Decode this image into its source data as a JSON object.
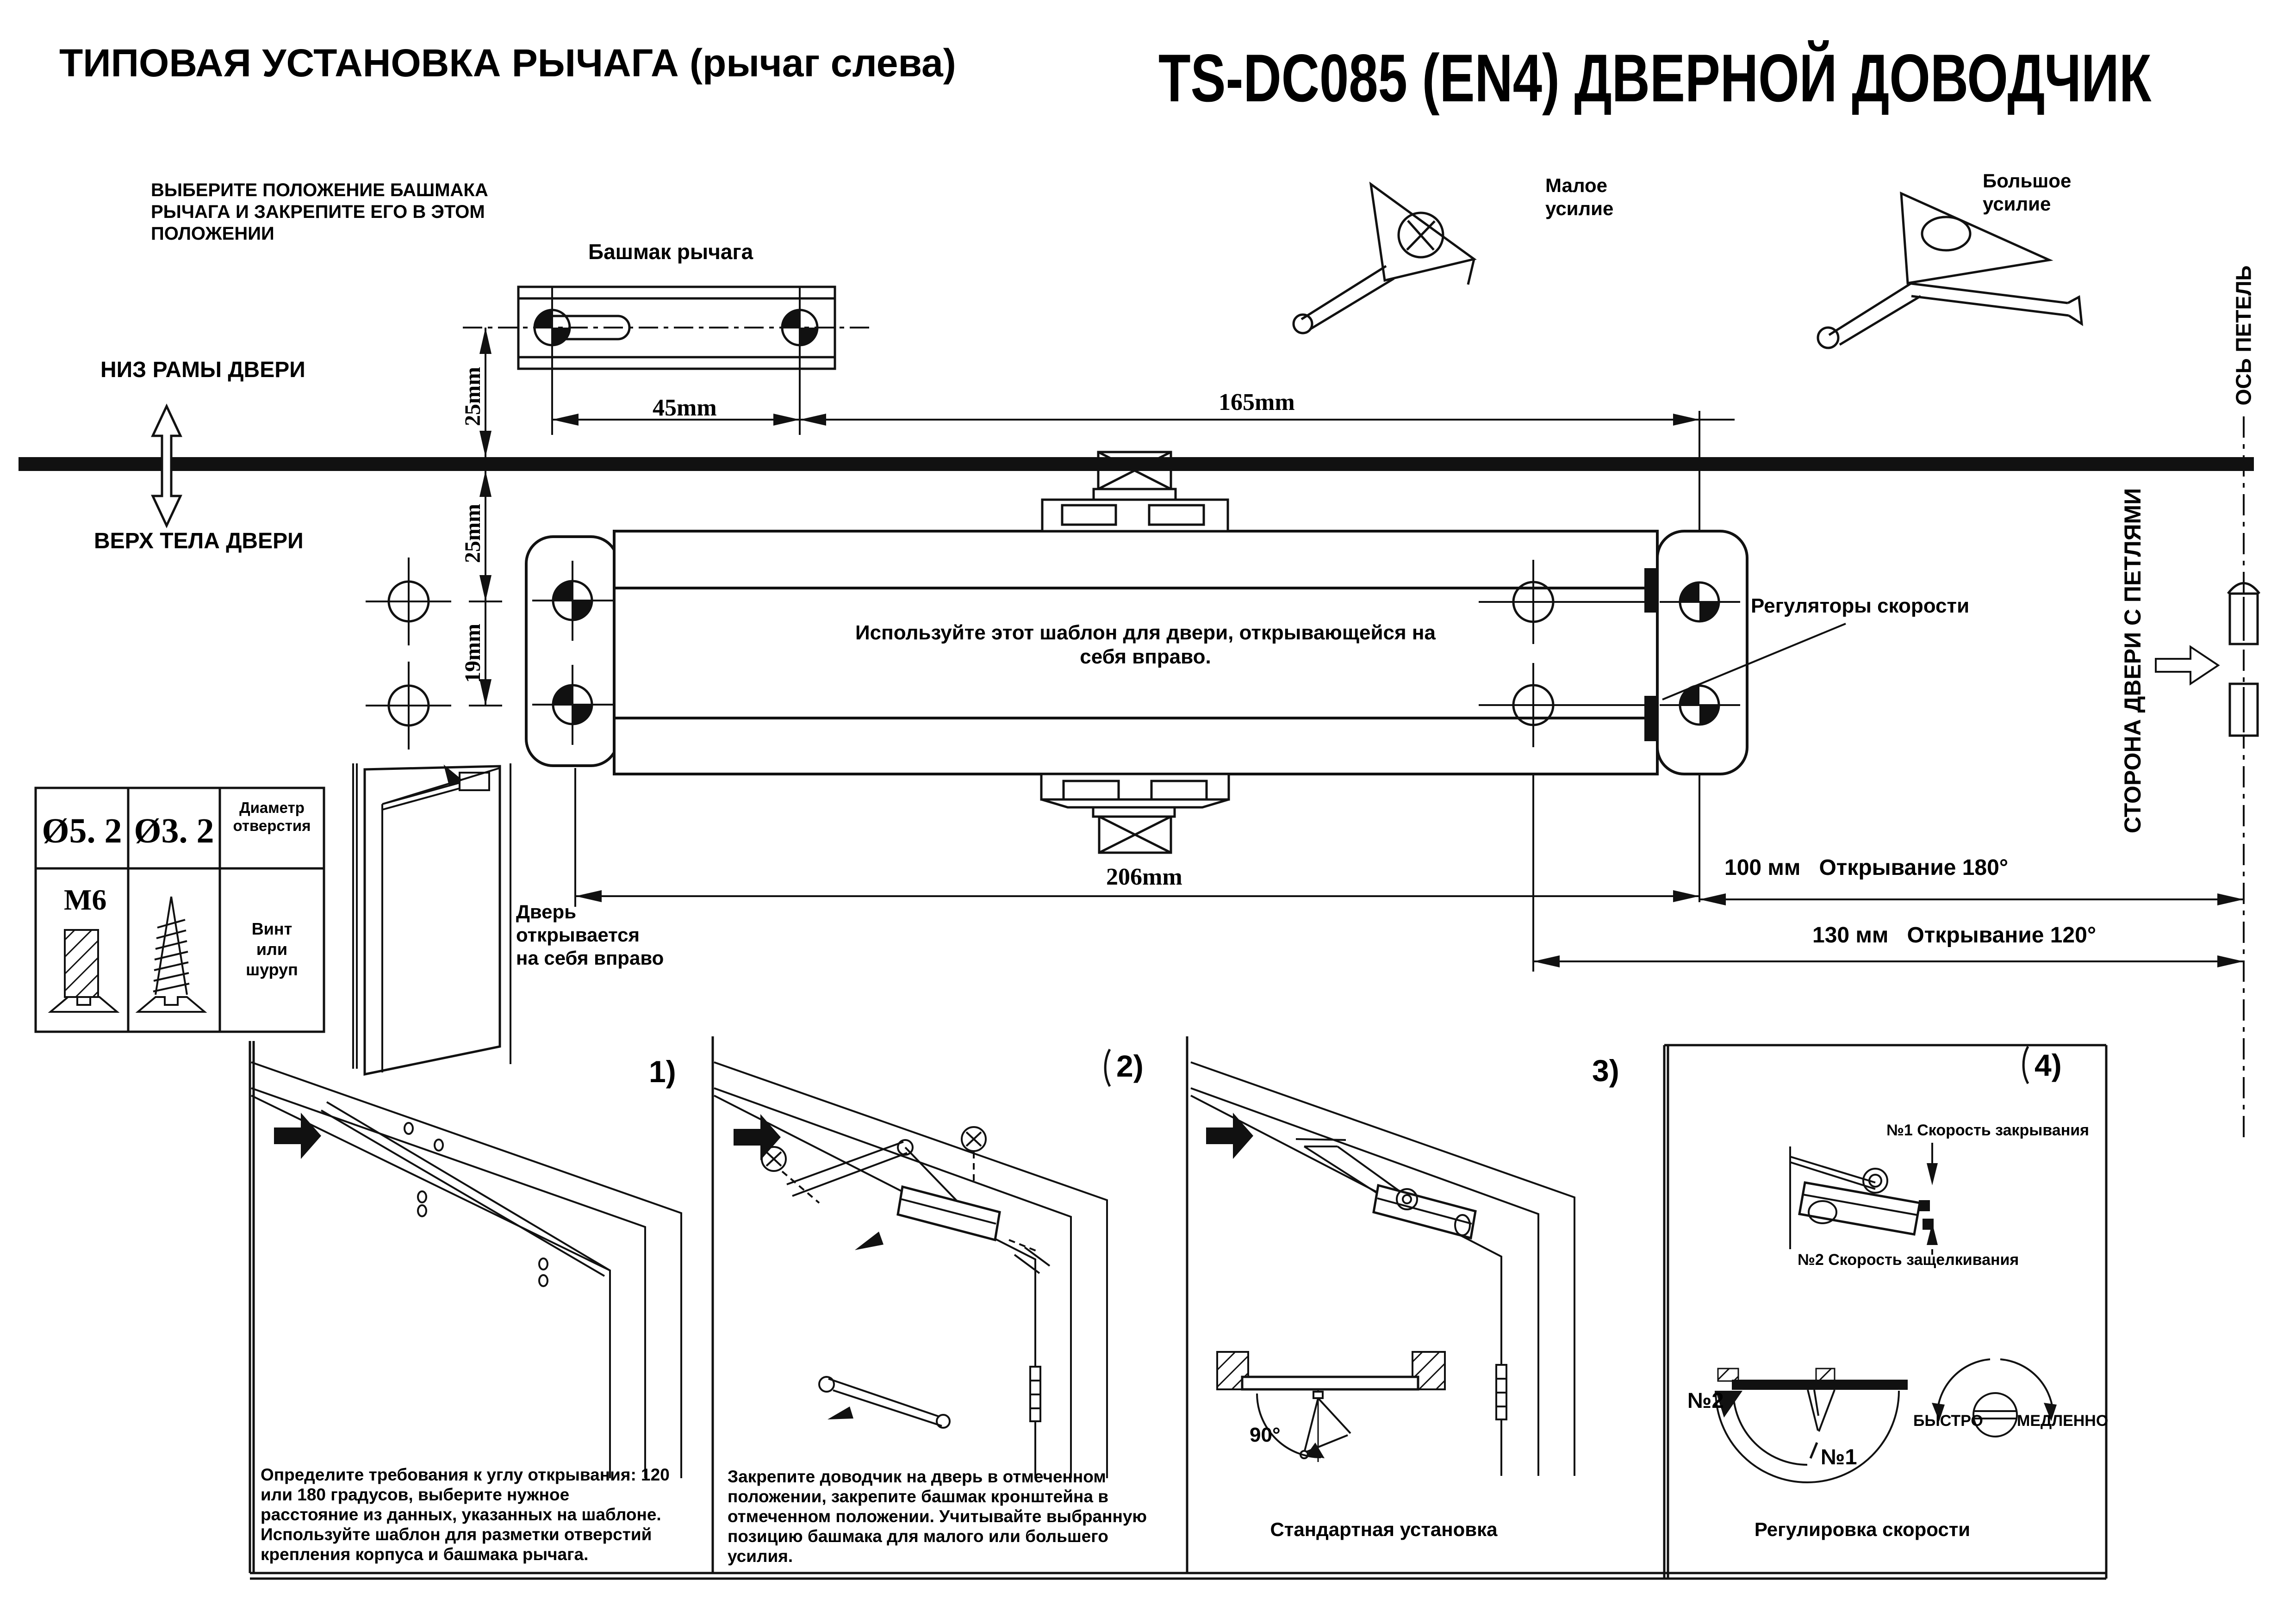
{
  "page": {
    "title_left": "ТИПОВАЯ УСТАНОВКА РЫЧАГА (рычаг слева)",
    "title_right": "TS-DC085 (EN4) ДВЕРНОЙ ДОВОДЧИК"
  },
  "template": {
    "select_position": "ВЫБЕРИТЕ ПОЛОЖЕНИЕ БАШМАКА\nРЫЧАГА И ЗАКРЕПИТЕ ЕГО В ЭТОМ\nПОЛОЖЕНИИ",
    "shoe_label": "Башмак рычага",
    "frame_bottom": "НИЗ РАМЫ ДВЕРИ",
    "door_top": "ВЕРХ ТЕЛА ДВЕРИ",
    "note": "Используйте этот шаблон для двери, открывающейся на\nсебя вправо.",
    "regulators": "Регуляторы скорости",
    "hinge_axis": "ОСЬ ПЕТЕЛЬ",
    "hinge_side": "СТОРОНА ДВЕРИ С ПЕТЛЯМИ",
    "door_opens": "Дверь\nоткрывается\nна себя вправо",
    "force_small": "Малое\nусилие",
    "force_large": "Большое\nусилие",
    "dims": {
      "d45": "45mm",
      "d165": "165mm",
      "d206": "206mm",
      "d25_top": "25mm",
      "d25_bot": "25mm",
      "d19": "19mm",
      "open180": "100 мм   Открывание 180°",
      "open120": "130 мм   Открывание 120°"
    }
  },
  "table": {
    "hole_big": "Ø5. 2",
    "hole_small": "Ø3. 2",
    "hole_label": "Диаметр\nотверстия",
    "bolt": "M6",
    "fastener_label": "Винт\nили\nшуруп"
  },
  "steps": [
    {
      "num": "1)",
      "text": "Определите требования к углу открывания: 120\nили 180 градусов, выберите нужное\nрасстояние из данных, указанных на шаблоне.\nИспользуйте шаблон для разметки отверстий\nкрепления корпуса и башмака рычага."
    },
    {
      "num": "2)",
      "text": "Закрепите доводчик на дверь в отмеченном\nположении, закрепите башмак кронштейна в\nотмеченном положении. Учитывайте выбранную\nпозицию башмака для малого или большего\nусилия."
    },
    {
      "num": "3)",
      "caption": "Стандартная установка",
      "angle": "90°"
    },
    {
      "num": "4)",
      "caption": "Регулировка скорости",
      "speed1": "№1 Скорость закрывания",
      "speed2": "№2 Скорость защелкивания",
      "n1": "№1",
      "n2": "№2",
      "fast": "БЫСТРО",
      "slow": "МЕДЛЕННО"
    }
  ]
}
